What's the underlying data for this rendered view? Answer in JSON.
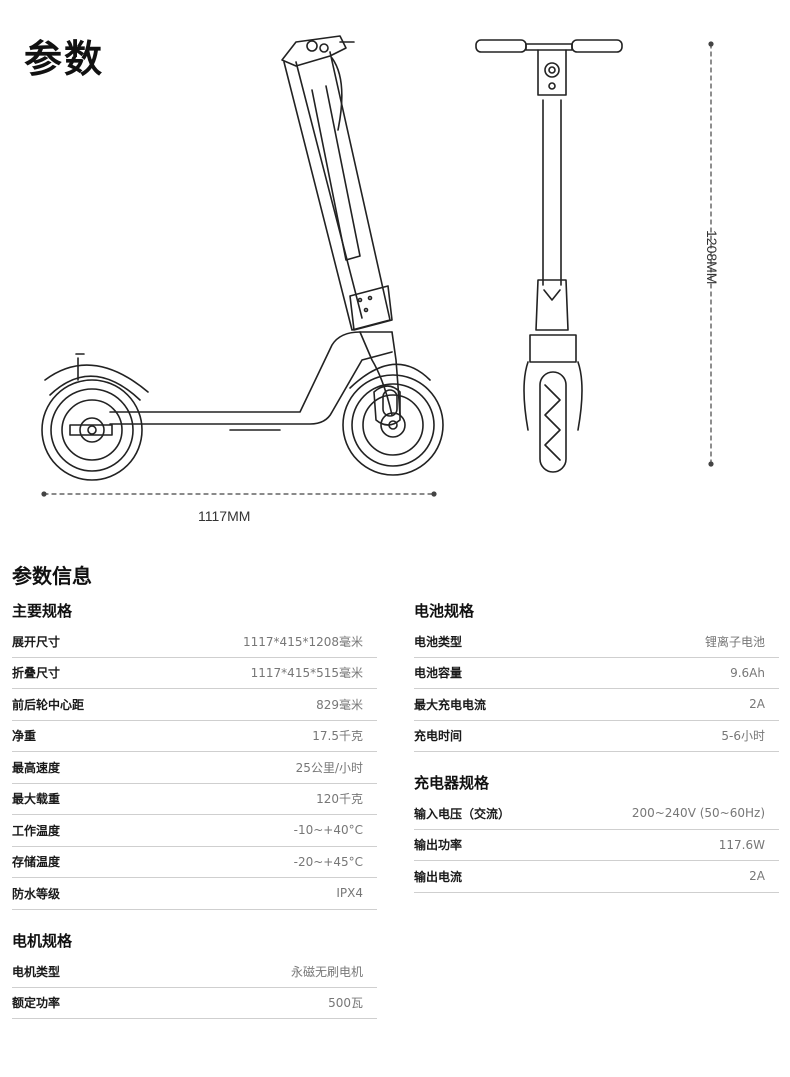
{
  "page_title": "参数",
  "dimensions": {
    "length": "1117MM",
    "height": "1208MM"
  },
  "info_title": "参数信息",
  "sections": {
    "main": {
      "title": "主要规格",
      "rows": [
        {
          "label": "展开尺寸",
          "value": "1117*415*1208毫米"
        },
        {
          "label": "折叠尺寸",
          "value": "1117*415*515毫米"
        },
        {
          "label": "前后轮中心距",
          "value": "829毫米"
        },
        {
          "label": "净重",
          "value": "17.5千克"
        },
        {
          "label": "最高速度",
          "value": "25公里/小时"
        },
        {
          "label": "最大载重",
          "value": "120千克"
        },
        {
          "label": "工作温度",
          "value": "-10~+40°C"
        },
        {
          "label": "存储温度",
          "value": "-20~+45°C"
        },
        {
          "label": "防水等级",
          "value": "IPX4"
        }
      ]
    },
    "motor": {
      "title": "电机规格",
      "rows": [
        {
          "label": "电机类型",
          "value": "永磁无刷电机"
        },
        {
          "label": "额定功率",
          "value": "500瓦"
        }
      ]
    },
    "battery": {
      "title": "电池规格",
      "rows": [
        {
          "label": "电池类型",
          "value": "锂离子电池"
        },
        {
          "label": "电池容量",
          "value": "9.6Ah"
        },
        {
          "label": "最大充电电流",
          "value": "2A"
        },
        {
          "label": "充电时间",
          "value": "5-6小时"
        }
      ]
    },
    "charger": {
      "title": "充电器规格",
      "rows": [
        {
          "label": "输入电压（交流）",
          "value": "200~240V (50~60Hz)"
        },
        {
          "label": "输出功率",
          "value": "117.6W"
        },
        {
          "label": "输出电流",
          "value": "2A"
        }
      ]
    }
  }
}
